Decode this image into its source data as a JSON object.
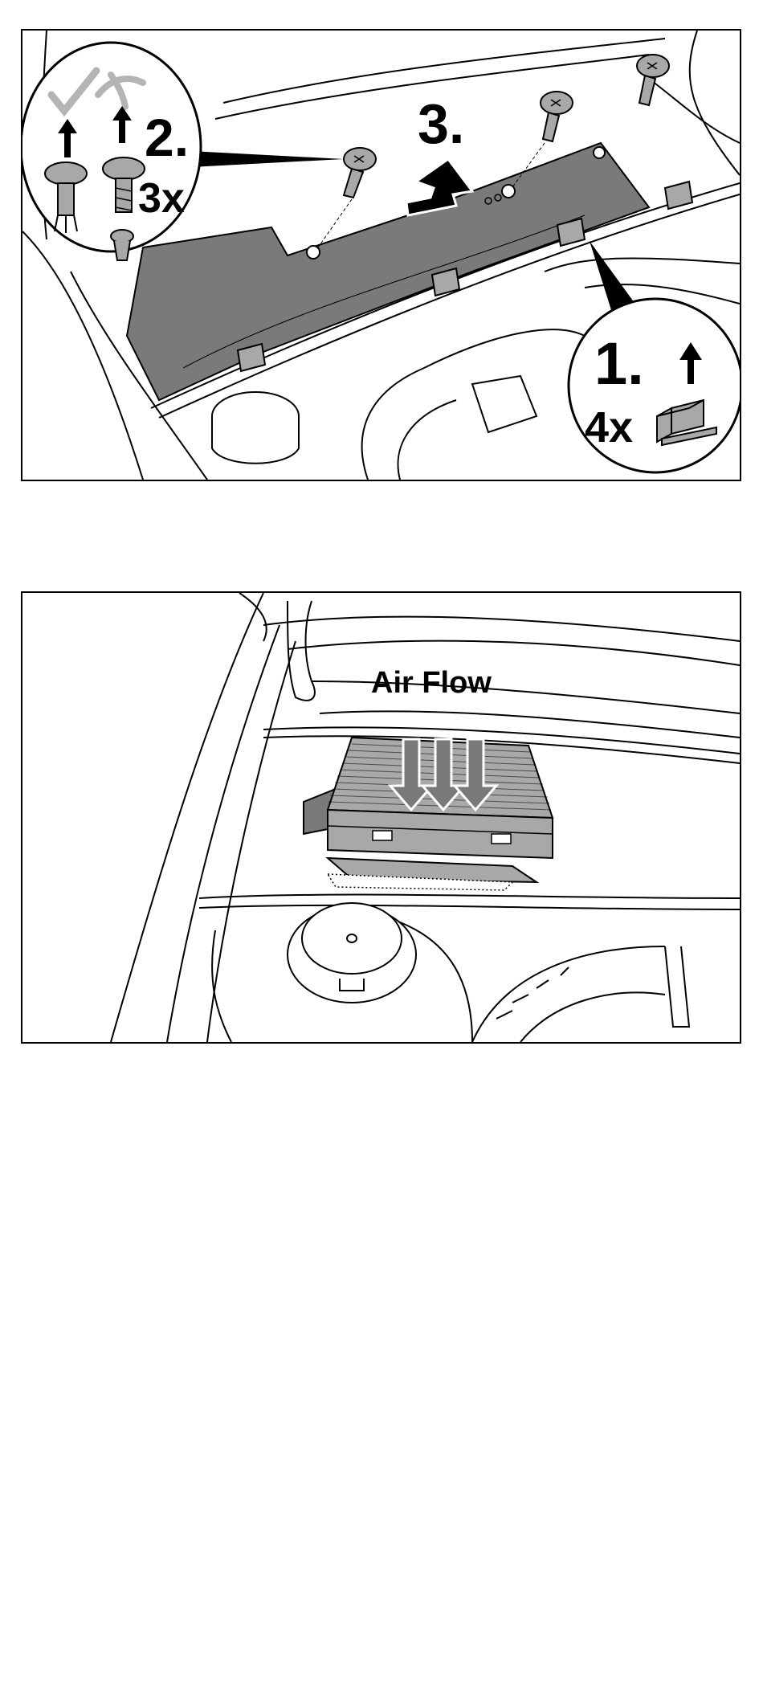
{
  "figure1": {
    "step1_label": "1.",
    "step1_count": "4x",
    "step2_label": "2.",
    "step2_count": "3x",
    "step3_label": "3."
  },
  "figure2": {
    "airflow_label": "Air Flow"
  },
  "colors": {
    "panel_fill": "#7a7a7a",
    "part_fill": "#a8a8a8",
    "check_gray": "#b4b4b4",
    "line": "#000000"
  }
}
